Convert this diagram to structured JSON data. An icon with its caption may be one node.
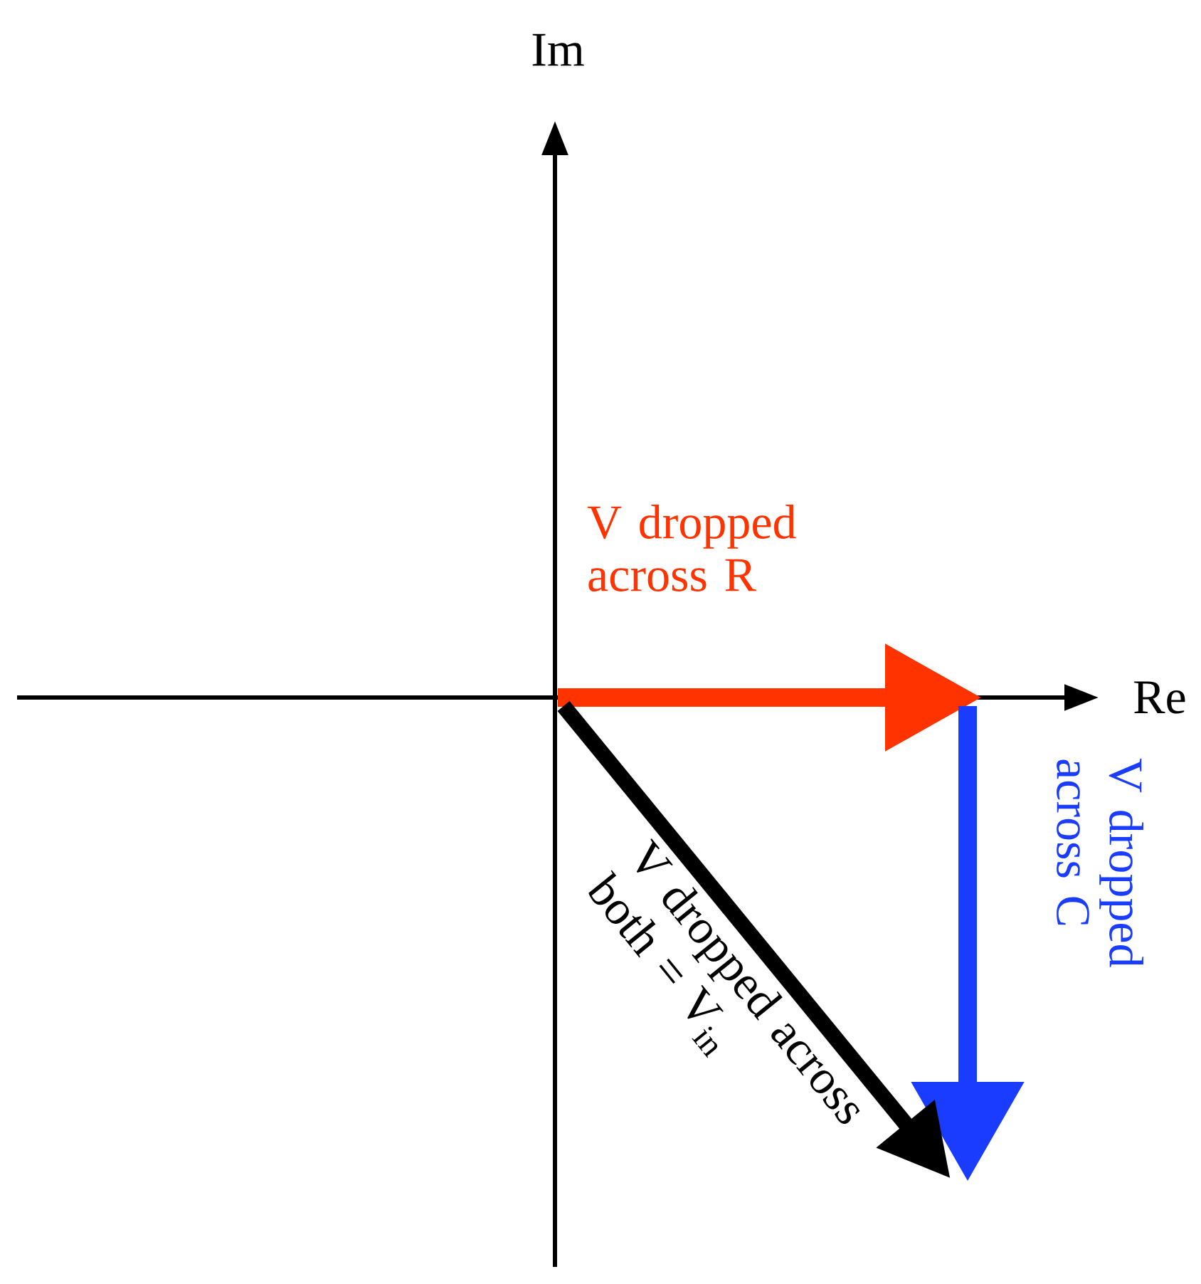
{
  "diagram": {
    "labels": [
      "Im",
      "V dropped across R",
      "Re",
      "V dropped across C",
      "V dropped across both = V$_{in}$"
    ]
  }
}
